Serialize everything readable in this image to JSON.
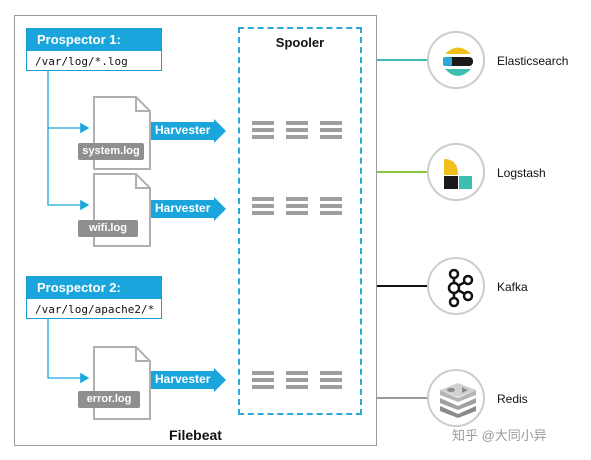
{
  "filebeat": {
    "label": "Filebeat"
  },
  "spooler": {
    "title": "Spooler"
  },
  "prospectors": [
    {
      "title": "Prospector 1:",
      "path": "/var/log/*.log"
    },
    {
      "title": "Prospector 2:",
      "path": "/var/log/apache2/*"
    }
  ],
  "files": [
    {
      "label": "system.log"
    },
    {
      "label": "wifi.log"
    },
    {
      "label": "error.log"
    }
  ],
  "harvester_label": "Harvester",
  "outputs": [
    {
      "label": "Elasticsearch",
      "icon": "elasticsearch-icon",
      "color": "#3cbfb0"
    },
    {
      "label": "Logstash",
      "icon": "logstash-icon",
      "color": "#8cc63f"
    },
    {
      "label": "Kafka",
      "icon": "kafka-icon",
      "color": "#111111"
    },
    {
      "label": "Redis",
      "icon": "redis-icon",
      "color": "#999999"
    }
  ],
  "watermark": "知乎 @大同小异",
  "colors": {
    "accent": "#1aa6dc",
    "file_label": "#8f8f8f",
    "border": "#9a9a9a"
  }
}
